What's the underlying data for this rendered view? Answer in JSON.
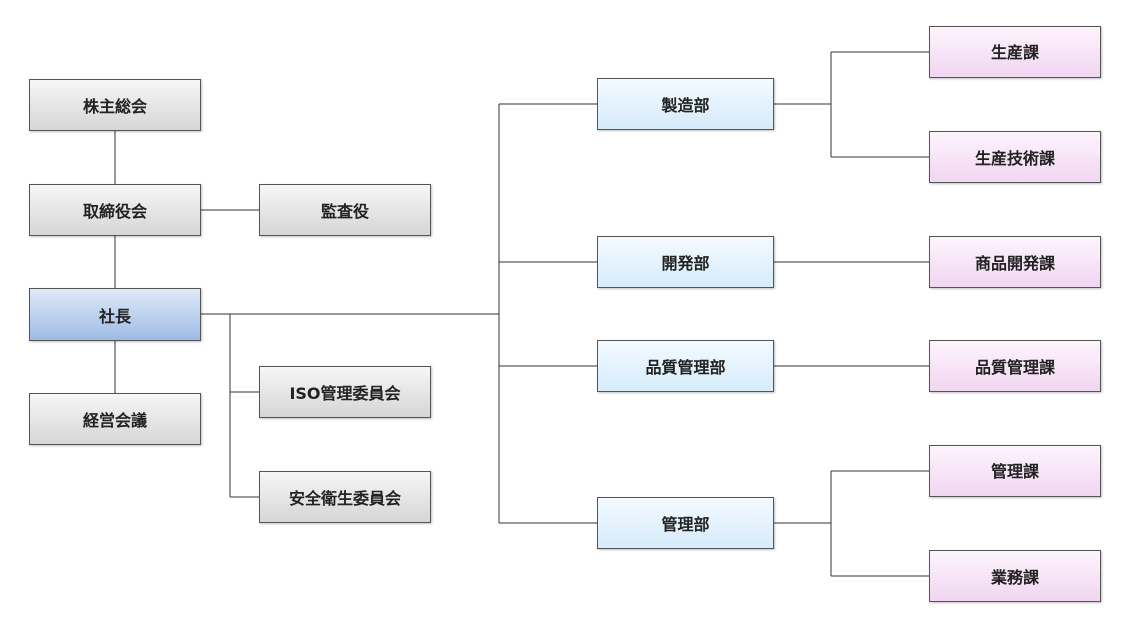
{
  "colors": {
    "line": "#333333",
    "gray_box": "#e6e6e6",
    "ceo_box": "#b7cdee",
    "dept_box": "#e4f3fd",
    "section_box": "#f7e3f7"
  },
  "governance": {
    "shareholders": "株主総会",
    "board": "取締役会",
    "auditor": "監査役",
    "president": "社長",
    "management_meeting": "経営会議"
  },
  "committees": {
    "iso": "ISO管理委員会",
    "safety": "安全衛生委員会"
  },
  "departments": {
    "manufacturing": "製造部",
    "development": "開発部",
    "quality": "品質管理部",
    "administration": "管理部"
  },
  "sections": {
    "production": "生産課",
    "production_engineering": "生産技術課",
    "product_development": "商品開発課",
    "quality_control": "品質管理課",
    "administration": "管理課",
    "operations": "業務課"
  }
}
